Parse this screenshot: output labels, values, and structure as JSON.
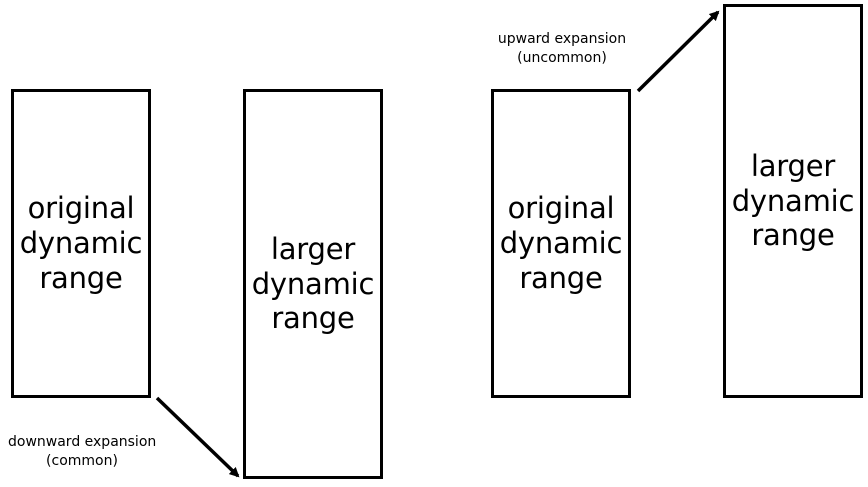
{
  "diagram": {
    "left_pair": {
      "original_box": {
        "label": "original\ndynamic\nrange"
      },
      "larger_box": {
        "label": "larger\ndynamic\nrange"
      },
      "annotation": {
        "line1": "downward expansion",
        "line2": "(common)"
      }
    },
    "right_pair": {
      "original_box": {
        "label": "original\ndynamic\nrange"
      },
      "larger_box": {
        "label": "larger\ndynamic\nrange"
      },
      "annotation": {
        "line1": "upward expansion",
        "line2": "(uncommon)"
      }
    },
    "colors": {
      "stroke": "#000000",
      "background": "#ffffff"
    }
  }
}
